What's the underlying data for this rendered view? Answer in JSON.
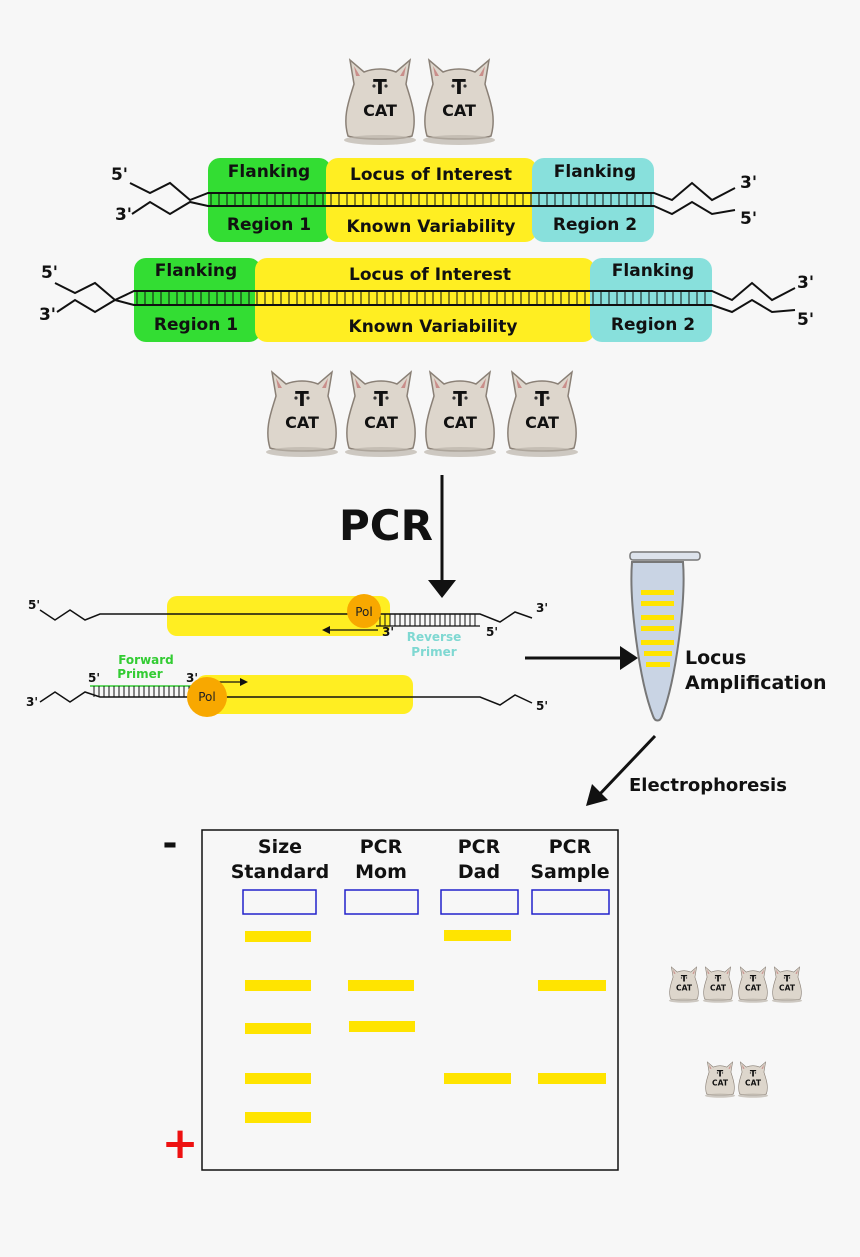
{
  "cat": {
    "letter": "T",
    "word": "CAT"
  },
  "dna_upper": {
    "end_5": "5'",
    "end_3_left": "3'",
    "end_3_right": "3'",
    "end_5_right": "5'",
    "flank1_top": "Flanking",
    "flank1_bottom": "Region 1",
    "locus_top": "Locus of Interest",
    "locus_bottom": "Known Variability",
    "flank2_top": "Flanking",
    "flank2_bottom": "Region 2"
  },
  "dna_lower": {
    "end_5": "5'",
    "end_3_left": "3'",
    "end_3_right": "3'",
    "end_5_right": "5'",
    "flank1_top": "Flanking",
    "flank1_bottom": "Region 1",
    "locus_top": "Locus of Interest",
    "locus_bottom": "Known Variability",
    "flank2_top": "Flanking",
    "flank2_bottom": "Region 2"
  },
  "pcr_label": "PCR",
  "pcr_detail": {
    "top_5": "5'",
    "top_3_right": "3'",
    "pol1": "Pol",
    "primer1_3": "3'",
    "primer1_5": "5'",
    "reverse_primer": [
      "Reverse",
      "Primer"
    ],
    "forward_primer": [
      "Forward",
      "Primer"
    ],
    "bottom_3": "3'",
    "primer2_5": "5'",
    "primer2_3": "3'",
    "pol2": "Pol",
    "bottom_5_right": "5'"
  },
  "tube_label": [
    "Locus",
    "Amplification"
  ],
  "electrophoresis_label": "Electrophoresis",
  "gel": {
    "minus": "-",
    "plus": "+",
    "lanes": [
      {
        "line1": "Size",
        "line2": "Standard"
      },
      {
        "line1": "PCR",
        "line2": "Mom"
      },
      {
        "line1": "PCR",
        "line2": "Dad"
      },
      {
        "line1": "PCR",
        "line2": "Sample"
      }
    ]
  },
  "colors": {
    "flanking_left": "#33dd33",
    "locus": "#ffee22",
    "flanking_right": "#88e0dc",
    "band": "#ffe400",
    "well": "#2222cc",
    "plus": "#ee1111"
  }
}
